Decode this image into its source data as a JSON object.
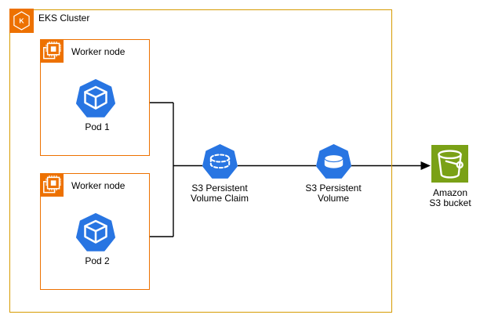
{
  "cluster": {
    "label": "EKS Cluster"
  },
  "worker_nodes": [
    {
      "label": "Worker node",
      "pod_label": "Pod 1"
    },
    {
      "label": "Worker node",
      "pod_label": "Pod 2"
    }
  ],
  "pvc": {
    "line1": "S3 Persistent",
    "line2": "Volume Claim"
  },
  "pv": {
    "line1": "S3 Persistent",
    "line2": "Volume"
  },
  "bucket": {
    "line1": "Amazon",
    "line2": "S3 bucket"
  },
  "icons": {
    "eks_cluster": "eks-hexagon-k-icon",
    "worker_node": "cpu-chip-icon",
    "pod": "kubernetes-pod-cube-icon",
    "pvc": "kubernetes-dashed-cylinder-heptagon-icon",
    "pv": "kubernetes-cylinder-heptagon-icon",
    "bucket": "s3-bucket-icon"
  },
  "colors": {
    "cluster_border": "#D79B00",
    "worker_border": "#ED7100",
    "aws_orange": "#ED7100",
    "kubernetes_blue": "#2875E2",
    "s3_green": "#7AA116",
    "connector": "#000000"
  }
}
